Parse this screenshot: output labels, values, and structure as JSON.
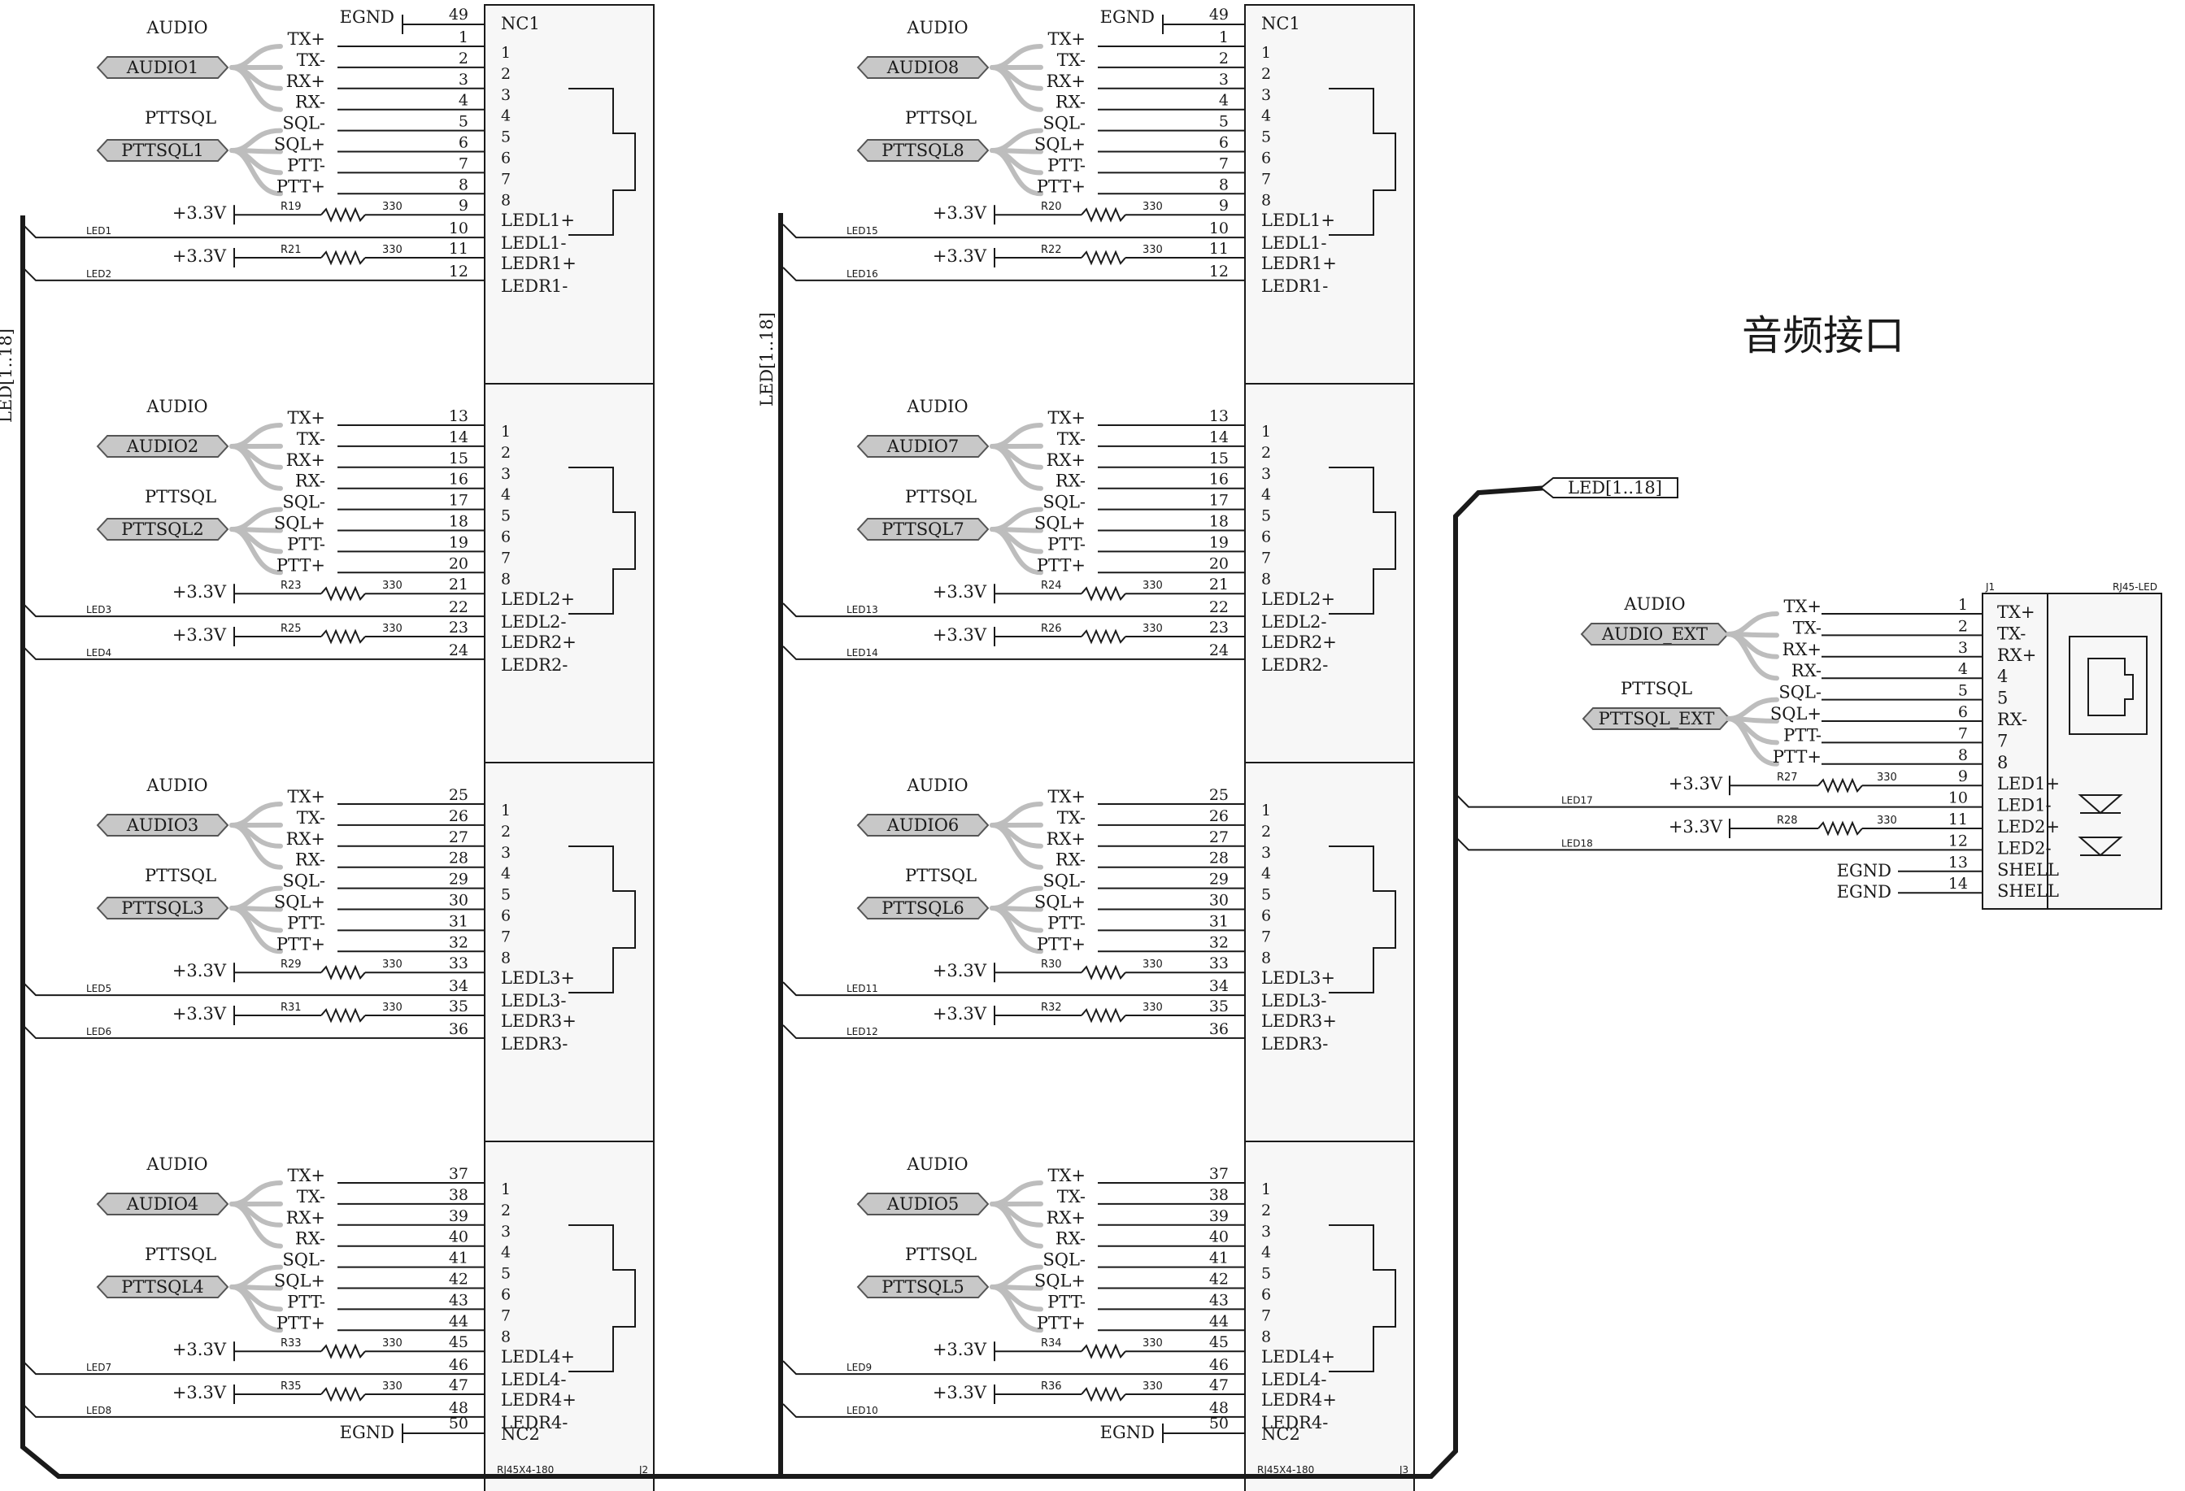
{
  "title": "音频接口",
  "bus_label": "LED[1..18]",
  "bus_vlabel": "LED[1..18]",
  "power_label": "+3.3V",
  "egnd_label": "EGND",
  "res_value": "330",
  "audio_title": "AUDIO",
  "pttsql_title": "PTTSQL",
  "audio_pins": [
    "TX+",
    "TX-",
    "RX+",
    "RX-"
  ],
  "pttsql_pins": [
    "SQL-",
    "SQL+",
    "PTT-",
    "PTT+"
  ],
  "blocks": [
    {
      "audio": "AUDIO1",
      "ptt": "PTTSQL1",
      "led_a": "LED1",
      "led_b": "LED2",
      "r_a": "R19",
      "r_b": "R21",
      "sub": 0
    },
    {
      "audio": "AUDIO2",
      "ptt": "PTTSQL2",
      "led_a": "LED3",
      "led_b": "LED4",
      "r_a": "R23",
      "r_b": "R25",
      "sub": 1
    },
    {
      "audio": "AUDIO3",
      "ptt": "PTTSQL3",
      "led_a": "LED5",
      "led_b": "LED6",
      "r_a": "R29",
      "r_b": "R31",
      "sub": 2
    },
    {
      "audio": "AUDIO4",
      "ptt": "PTTSQL4",
      "led_a": "LED7",
      "led_b": "LED8",
      "r_a": "R33",
      "r_b": "R35",
      "sub": 3
    },
    {
      "audio": "AUDIO8",
      "ptt": "PTTSQL8",
      "led_a": "LED15",
      "led_b": "LED16",
      "r_a": "R20",
      "r_b": "R22",
      "sub": 0
    },
    {
      "audio": "AUDIO7",
      "ptt": "PTTSQL7",
      "led_a": "LED13",
      "led_b": "LED14",
      "r_a": "R24",
      "r_b": "R26",
      "sub": 1
    },
    {
      "audio": "AUDIO6",
      "ptt": "PTTSQL6",
      "led_a": "LED11",
      "led_b": "LED12",
      "r_a": "R30",
      "r_b": "R32",
      "sub": 2
    },
    {
      "audio": "AUDIO5",
      "ptt": "PTTSQL5",
      "led_a": "LED9",
      "led_b": "LED10",
      "r_a": "R34",
      "r_b": "R36",
      "sub": 3
    }
  ],
  "connectors": [
    {
      "ref": "J2",
      "part": "RJ45X4-180",
      "nc_top": "NC1",
      "nc_bottom": "NC2",
      "pin_top": "49",
      "pin_bottom": "50"
    },
    {
      "ref": "J3",
      "part": "RJ45X4-180",
      "nc_top": "NC1",
      "nc_bottom": "NC2",
      "pin_top": "49",
      "pin_bottom": "50"
    }
  ],
  "sub_labels": [
    [
      "LEDL1+",
      "LEDL1-",
      "LEDR1+",
      "LEDR1-"
    ],
    [
      "LEDL2+",
      "LEDL2-",
      "LEDR2+",
      "LEDR2-"
    ],
    [
      "LEDL3+",
      "LEDL3-",
      "LEDR3+",
      "LEDR3-"
    ],
    [
      "LEDL4+",
      "LEDL4-",
      "LEDR4+",
      "LEDR4-"
    ]
  ],
  "rj45": {
    "ref": "J1",
    "part": "RJ45-LED",
    "audio": "AUDIO_EXT",
    "ptt": "PTTSQL_EXT",
    "pin_labels": [
      "TX+",
      "TX-",
      "RX+",
      "4",
      "5",
      "RX-",
      "7",
      "8",
      "LED1+",
      "LED1-",
      "LED2+",
      "LED2-",
      "SHELL",
      "SHELL"
    ],
    "pin_numbers": [
      "1",
      "2",
      "3",
      "4",
      "5",
      "6",
      "7",
      "8",
      "9",
      "10",
      "11",
      "12",
      "13",
      "14"
    ],
    "led_a": "LED17",
    "led_b": "LED18",
    "r_a": "R27",
    "r_b": "R28"
  }
}
